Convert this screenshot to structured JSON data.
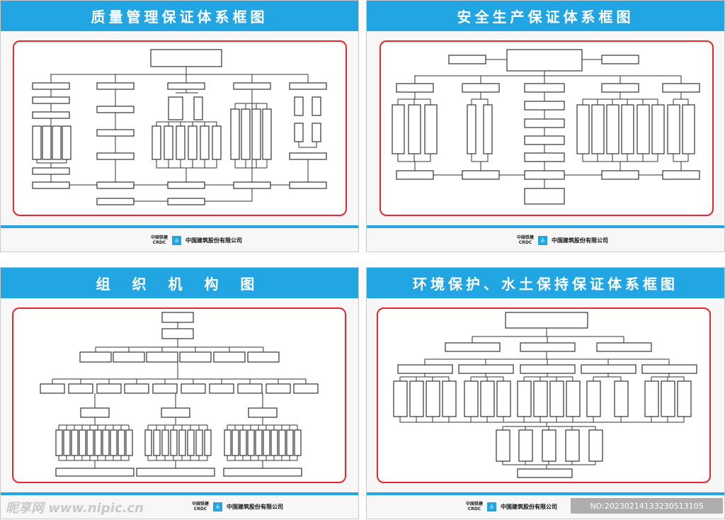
{
  "panels": [
    {
      "title": "质量管理保证体系框图"
    },
    {
      "title": "安全生产保证体系框图"
    },
    {
      "title": "组 织 机 构 图"
    },
    {
      "title": "环境保护、水土保持保证体系框图"
    }
  ],
  "footer": {
    "logo_top": "中国铁建",
    "logo_bottom": "CRDC",
    "logo_mark": "品",
    "company": "中国建筑股份有限公司"
  },
  "watermark": {
    "site": "昵享网 www.nipic.cn",
    "id": "NO:20230214133230513105"
  },
  "colors": {
    "accent": "#22a6e3",
    "frame": "#e8262d"
  }
}
